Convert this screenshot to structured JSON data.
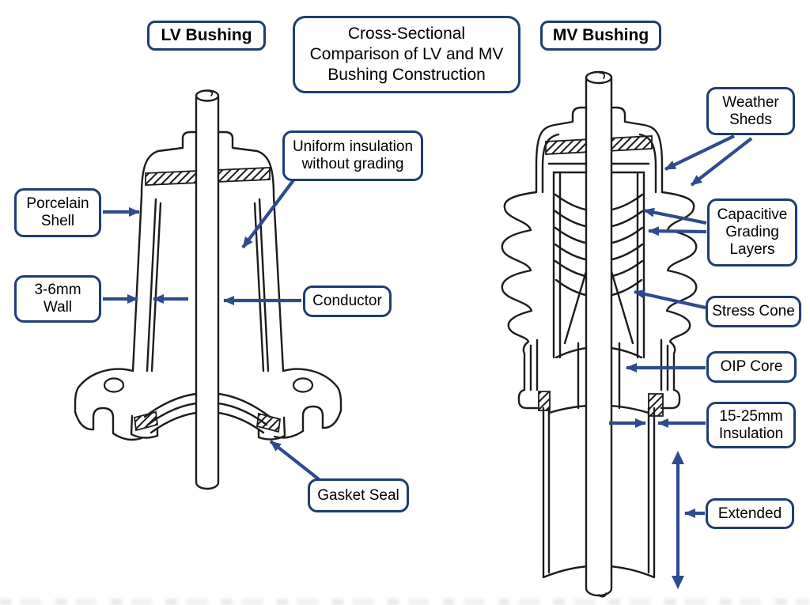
{
  "title": {
    "text": "Cross-Sectional Comparison of LV and MV Bushing Construction"
  },
  "lv": {
    "header": "LV Bushing",
    "labels": {
      "porcelain_shell": "Porcelain Shell",
      "wall_thickness": "3-6mm Wall",
      "uniform_insulation": "Uniform insulation without grading",
      "conductor": "Conductor",
      "gasket_seal": "Gasket Seal"
    }
  },
  "mv": {
    "header": "MV Bushing",
    "labels": {
      "weather_sheds": "Weather Sheds",
      "capacitive_grading_layers": "Capacitive Grading Layers",
      "stress_cone": "Stress Cone",
      "oip_core": "OIP Core",
      "insulation_thickness": "15-25mm Insulation",
      "extended": "Extended"
    }
  },
  "colors": {
    "outline": "#1c1c1c",
    "label_border": "#1f3d73",
    "arrow": "#2e4b8f",
    "background": "#ffffff",
    "text": "#000000"
  }
}
